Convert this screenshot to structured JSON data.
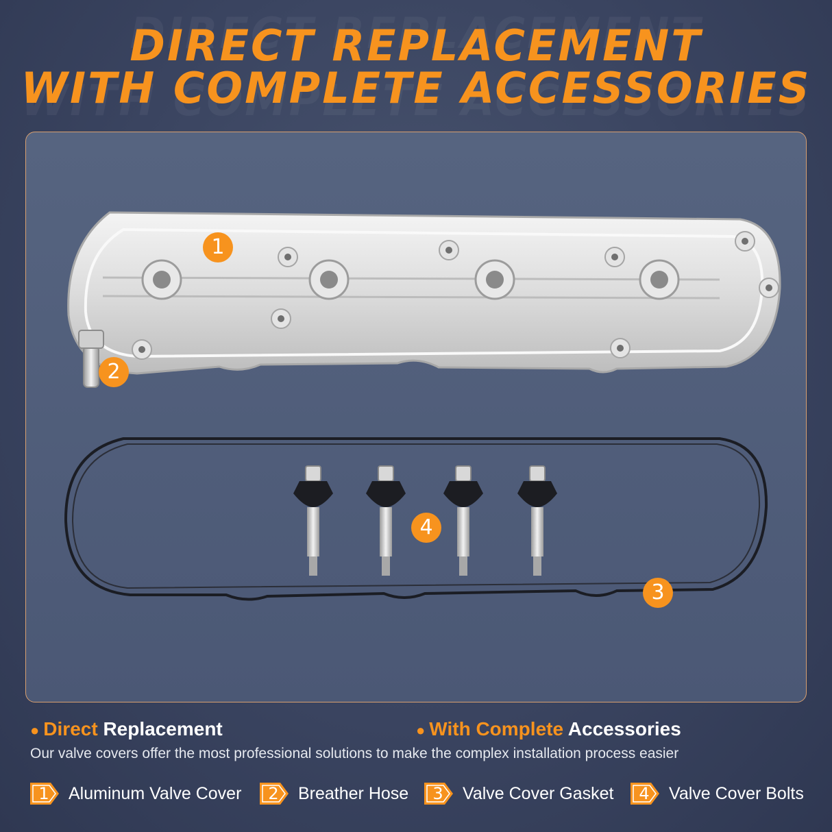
{
  "headline": {
    "line1": "DIRECT REPLACEMENT",
    "line2": "WITH COMPLETE ACCESSORIES"
  },
  "callouts": [
    "1",
    "2",
    "3",
    "4"
  ],
  "features": [
    {
      "highlight": "Direct",
      "rest": " Replacement"
    },
    {
      "highlight": "With Complete",
      "rest": " Accessories"
    }
  ],
  "description": "Our valve covers offer the most professional solutions to make the complex installation process easier",
  "legend": [
    {
      "num": "1",
      "label": "Aluminum Valve Cover"
    },
    {
      "num": "2",
      "label": "Breather Hose"
    },
    {
      "num": "3",
      "label": "Valve Cover Gasket"
    },
    {
      "num": "4",
      "label": "Valve Cover Bolts"
    }
  ],
  "colors": {
    "accent": "#f7931e",
    "background": "#3a4460",
    "panel": "#566480"
  }
}
